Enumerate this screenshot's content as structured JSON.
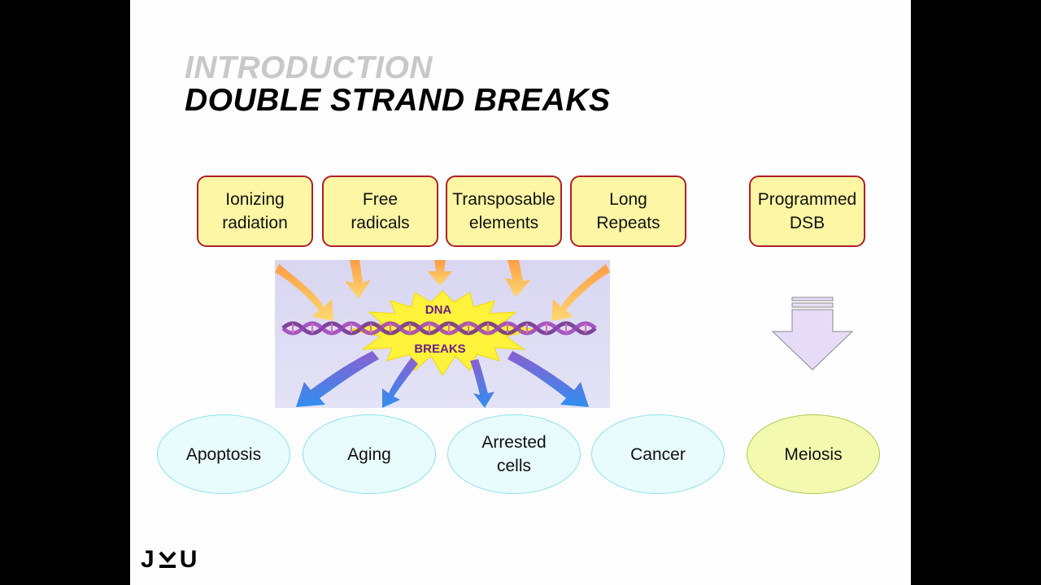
{
  "slide": {
    "title_line1": "INTRODUCTION",
    "title_line2": "DOUBLE STRAND BREAKS"
  },
  "causes": [
    {
      "label": "Ionizing\nradiation"
    },
    {
      "label": "Free\nradicals"
    },
    {
      "label": "Transposable\nelements"
    },
    {
      "label": "Long\nRepeats"
    }
  ],
  "programmed": {
    "label": "Programmed\nDSB"
  },
  "dna_figure": {
    "top_text": "DNA",
    "bottom_text": "BREAKS"
  },
  "outcomes": [
    {
      "label": "Apoptosis"
    },
    {
      "label": "Aging"
    },
    {
      "label": "Arrested\ncells"
    },
    {
      "label": "Cancer"
    }
  ],
  "meiosis": {
    "label": "Meiosis"
  },
  "colors": {
    "box_fill": "#fdf6a4",
    "box_border": "#b01f2b",
    "ellipse_fill": "#e8fbfd",
    "ellipse_border": "#8ee0ec",
    "meiosis_fill": "#f3fab0"
  },
  "logo": {
    "left": "J",
    "mid_icon": "jku-logo-mark-icon",
    "right": "U"
  }
}
